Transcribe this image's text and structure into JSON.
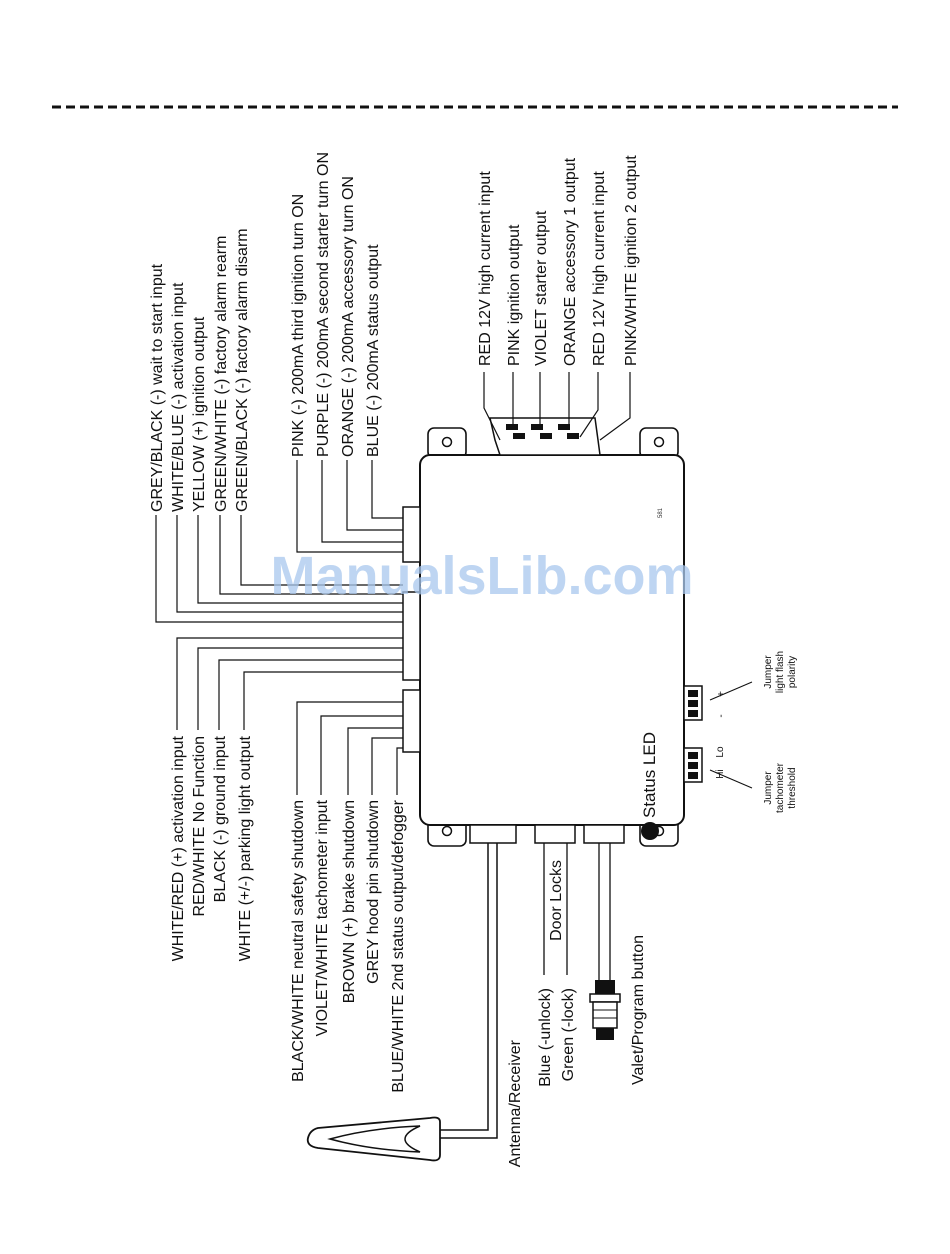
{
  "watermark": "ManualsLib.com",
  "unit_code": "581",
  "status_led": "Status LED",
  "top_left_wires": [
    "GREY/BLACK (-) wait to start input",
    "WHITE/BLUE (-) activation input",
    "YELLOW (+) ignition output",
    "GREEN/WHITE (-) factory alarm rearm",
    "GREEN/BLACK (-) factory alarm disarm"
  ],
  "top_mid_wires": [
    "PINK (-) 200mA third ignition turn ON",
    "PURPLE (-) 200mA second starter turn ON",
    "ORANGE (-) 200mA accessory turn ON",
    "BLUE (-) 200mA status output"
  ],
  "top_right_wires": [
    "RED 12V high current input",
    "PINK ignition output",
    "VIOLET starter output",
    "ORANGE accessory 1 output",
    "RED 12V high current input",
    "PINK/WHITE ignition 2 output"
  ],
  "bottom_left_wires": [
    "WHITE/RED (+) activation input",
    "RED/WHITE  No Function",
    "BLACK (-) ground input",
    "WHITE (+/-) parking light output"
  ],
  "bottom_mid_wires": [
    "BLACK/WHITE neutral safety shutdown",
    "VIOLET/WHITE tachometer input",
    "BROWN (+) brake shutdown",
    "GREY hood pin shutdown",
    "BLUE/WHITE 2nd status output/defogger"
  ],
  "antenna": "Antenna/Receiver",
  "door_locks": {
    "title": "Door Locks",
    "blue": "Blue (-unlock)",
    "green": "Green (-lock)"
  },
  "valet": "Valet/Program button",
  "jumper_light": {
    "line1": "Jumper",
    "line2": "light flash",
    "line3": "polarity",
    "plus": "+",
    "minus": "-"
  },
  "jumper_tach": {
    "line1": "Jumper",
    "line2": "tachometer",
    "line3": "threshold",
    "hi": "Hi",
    "lo": "Lo"
  }
}
